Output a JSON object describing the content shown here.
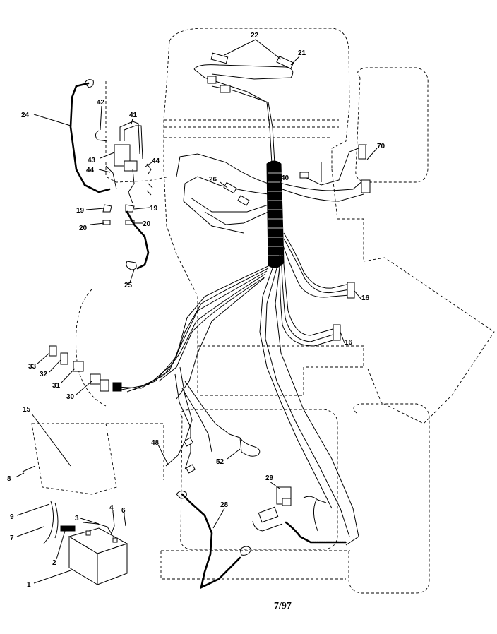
{
  "diagram": {
    "footer_date": "7/97",
    "callouts": {
      "c22": "22",
      "c21": "21",
      "c70": "70",
      "c24": "24",
      "c42": "42",
      "c41": "41",
      "c43": "43",
      "c44a": "44",
      "c44b": "44",
      "c26": "26",
      "c40": "40",
      "c19a": "19",
      "c19b": "19",
      "c20a": "20",
      "c20b": "20",
      "c25": "25",
      "c16a": "16",
      "c16b": "16",
      "c33": "33",
      "c32": "32",
      "c31": "31",
      "c30": "30",
      "c15": "15",
      "c48": "48",
      "c52": "52",
      "c8": "8",
      "c29": "29",
      "c28": "28",
      "c9": "9",
      "c3": "3",
      "c4": "4",
      "c6": "6",
      "c7": "7",
      "c2": "2",
      "c1": "1"
    }
  }
}
